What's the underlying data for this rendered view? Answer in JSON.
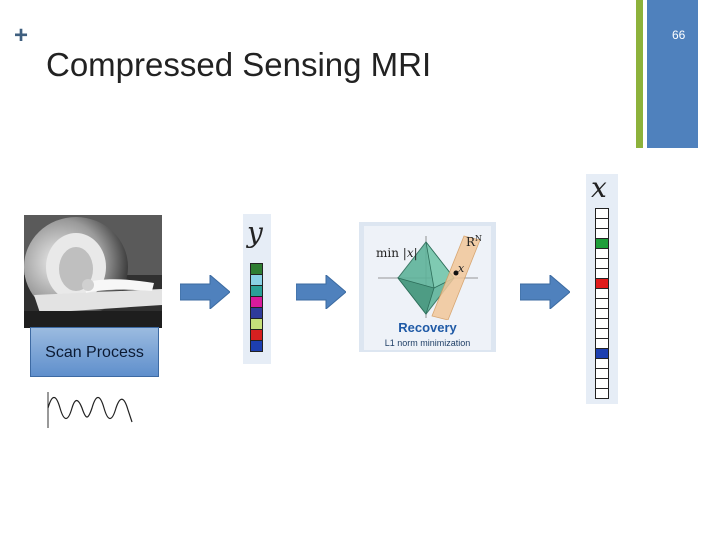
{
  "slide": {
    "plus": "+",
    "title": "Compressed Sensing MRI",
    "number": "66"
  },
  "scan": {
    "label": "Scan Process"
  },
  "measurement_vector": {
    "symbol": "y",
    "cells": [
      "#2e7d32",
      "#8ad1e6",
      "#2aa198",
      "#d81b9c",
      "#2f3b9a",
      "#c6e07a",
      "#d62020",
      "#1d3fb0"
    ]
  },
  "recovery": {
    "title": "Recovery",
    "subtitle": "L1 norm minimization",
    "min_text": "min",
    "norm_text": "x",
    "space_label": "R",
    "space_exp": "N",
    "point_label": "x"
  },
  "signal_vector": {
    "symbol": "x",
    "cells": [
      "#ffffff",
      "#ffffff",
      "#ffffff",
      "#1e9e3a",
      "#ffffff",
      "#ffffff",
      "#ffffff",
      "#e01b1b",
      "#ffffff",
      "#ffffff",
      "#ffffff",
      "#ffffff",
      "#ffffff",
      "#ffffff",
      "#1d3fb0",
      "#ffffff",
      "#ffffff",
      "#ffffff",
      "#ffffff"
    ]
  },
  "colors": {
    "accent_green": "#8db23b",
    "accent_blue": "#4f81bd",
    "arrow_blue": "#4f81bd"
  }
}
